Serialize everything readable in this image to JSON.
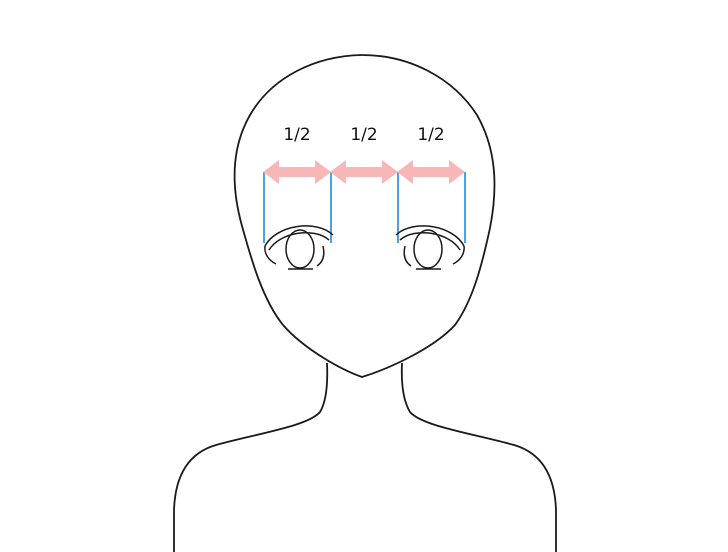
{
  "labels": {
    "gap_left": "1/2",
    "gap_middle": "1/2",
    "gap_right": "1/2"
  },
  "colors": {
    "outline": "#1a1a1a",
    "arrow": "#f7b7b7",
    "guide": "#4aa3e0",
    "background": "#ffffff"
  }
}
